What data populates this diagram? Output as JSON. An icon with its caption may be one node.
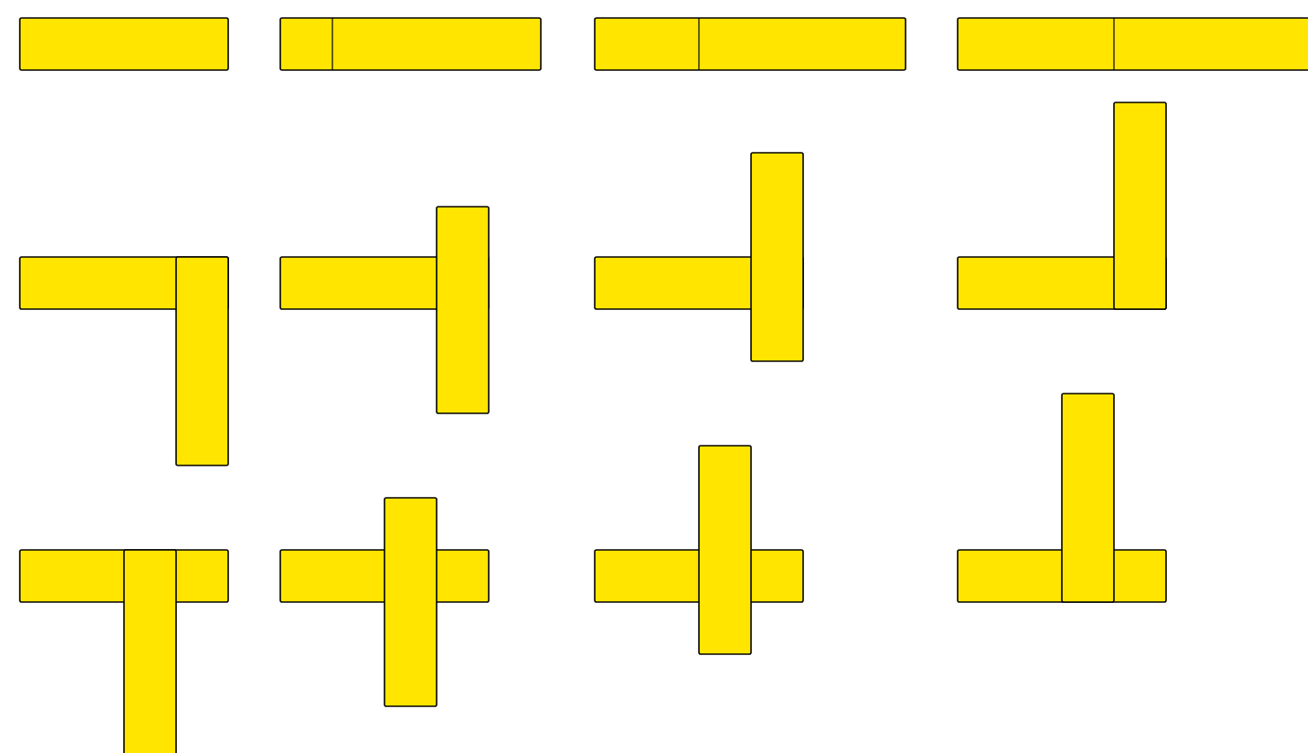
{
  "diagram": {
    "nodes": [
      {
        "text": [],
        "shape": "bar"
      },
      {
        "text": [],
        "shape": "bar"
      },
      {
        "text": [],
        "shape": "bar"
      },
      {
        "text": [],
        "shape": "bar"
      },
      {
        "text": [],
        "shape": "corner"
      },
      {
        "text": [],
        "shape": "tee"
      },
      {
        "text": [],
        "shape": "tee"
      },
      {
        "text": [],
        "shape": "corner"
      },
      {
        "text": [],
        "shape": "tee"
      },
      {
        "text": [],
        "shape": "cross"
      },
      {
        "text": [],
        "shape": "cross"
      },
      {
        "text": [],
        "shape": "tee"
      }
    ]
  }
}
